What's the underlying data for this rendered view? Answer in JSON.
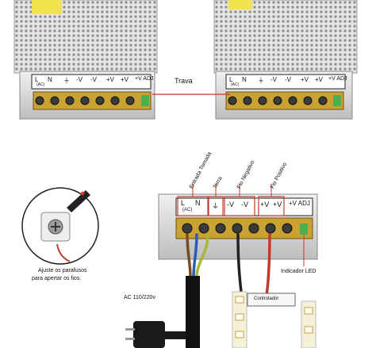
{
  "top_left_psu": {
    "terminal_labels": [
      "L",
      "N",
      "⏚",
      "-V",
      "-V",
      "+V",
      "+V",
      "+V ADJ"
    ],
    "ac_label": "(AC)"
  },
  "top_right_psu": {
    "terminal_labels": [
      "L",
      "N",
      "⏚",
      "-V",
      "-V",
      "+V",
      "+V",
      "+V ADJ"
    ],
    "ac_label": "(AC)"
  },
  "link_label": "Trava",
  "wiring": {
    "rotated_labels": [
      "Entrada Tomada",
      "Terra",
      "Fio Negativo",
      "Fio Positivo"
    ],
    "indicator_label": "Indicador LED",
    "controller_label": "Controlador",
    "ac_input_label": "AC 110/220v",
    "psu_terminals": [
      "L",
      "N",
      "⏚",
      "-V",
      "-V",
      "+V",
      "+V",
      "+V ADJ"
    ],
    "ac_label": "(AC)"
  },
  "inset": {
    "caption_line1": "Ajuste os parafusos",
    "caption_line2": "para apertar os fios."
  },
  "colors": {
    "chassis": "#d8d8d8",
    "terminal_strip": "#c9a233",
    "screw": "#3b3b3b",
    "label_red": "#c0392b",
    "wire_brown": "#7a4a1e",
    "wire_blue": "#2a5db0",
    "wire_green_yellow": "#a8b832",
    "led_strip": "#f4f1d8",
    "fan_yellow": "#f3e34a"
  }
}
